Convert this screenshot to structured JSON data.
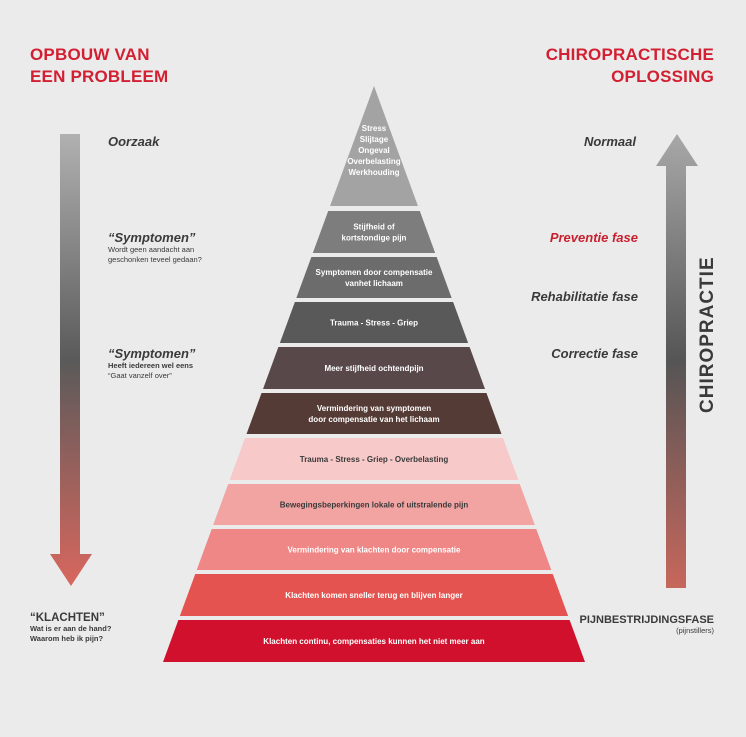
{
  "left": {
    "heading_line1": "OPBOUW VAN",
    "heading_line2": "EEN PROBLEEM",
    "oorzaak": "Oorzaak",
    "symptomen1_title": "“Symptomen”",
    "symptomen1_line1": "Wordt geen aandacht aan",
    "symptomen1_line2": "geschonken teveel gedaan?",
    "symptomen2_title": "“Symptomen”",
    "symptomen2_line1": "Heeft iedereen wel eens",
    "symptomen2_line2": "“Gaat vanzelf over”",
    "klachten_title": "“KLACHTEN”",
    "klachten_line1": "Wat is er aan de hand?",
    "klachten_line2": "Waarom heb ik pijn?"
  },
  "right": {
    "heading_line1": "CHIROPRACTISCHE",
    "heading_line2": "OPLOSSING",
    "normaal": "Normaal",
    "preventie": "Preventie fase",
    "rehabilitatie": "Rehabilitatie fase",
    "correctie": "Correctie fase",
    "chiropractie": "CHIROPRACTIE",
    "pijn_title": "PIJNBESTRIJDINGSFASE",
    "pijn_sub": "(pijnstillers)"
  },
  "colors": {
    "accent": "#d21f32",
    "preventie": "#c8202f"
  },
  "pyramid": {
    "top_lines": [
      "Stress",
      "Slijtage",
      "Ongeval",
      "Overbelasting",
      "Werkhouding"
    ],
    "layers": [
      {
        "lines": [
          "Stijfheid of",
          "kortstondige pijn"
        ],
        "color": "#7d7d7d"
      },
      {
        "lines": [
          "Symptomen door compensatie",
          "vanhet lichaam"
        ],
        "color": "#6c6c6c"
      },
      {
        "lines": [
          "Trauma - Stress - Griep"
        ],
        "color": "#595959"
      },
      {
        "lines": [
          "Meer stijfheid ochtendpijn"
        ],
        "color": "#58484a"
      },
      {
        "lines": [
          "Vermindering van symptomen",
          "door compensatie van het lichaam"
        ],
        "color": "#553b35"
      },
      {
        "lines": [
          "Trauma - Stress - Griep - Overbelasting"
        ],
        "color": "#f7c9c8"
      },
      {
        "lines": [
          "Bewegingsbeperkingen lokale of uitstralende pijn"
        ],
        "color": "#f2a4a2"
      },
      {
        "lines": [
          "Vermindering van klachten door compensatie"
        ],
        "color": "#ee8786"
      },
      {
        "lines": [
          "Klachten komen sneller terug en blijven langer"
        ],
        "color": "#e4534f"
      },
      {
        "lines": [
          "Klachten continu, compensaties kunnen het niet meer aan"
        ],
        "color": "#d0102c"
      }
    ]
  }
}
